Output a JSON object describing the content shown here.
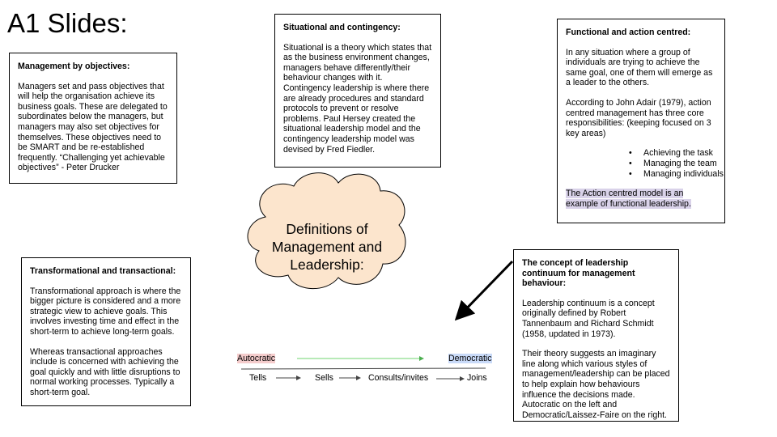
{
  "slide_title": "A1 Slides:",
  "mbo": {
    "heading": "Management by objectives:",
    "body": "Managers set and pass objectives that will help the organisation achieve its business goals. These are delegated to subordinates below the managers, but managers may also set objectives for themselves. These objectives need to be SMART and be re-established frequently. “Challenging yet achievable objectives” - Peter Drucker"
  },
  "situational": {
    "heading": "Situational and contingency:",
    "body": "Situational is a theory which states that as the business environment changes, managers behave differently/their behaviour changes with it. Contingency leadership is where there are already procedures and standard protocols to prevent or resolve problems. Paul Hersey created the situational leadership model and the contingency leadership model was devised by Fred Fiedler."
  },
  "functional": {
    "heading": "Functional and action centred:",
    "p1": "In any situation where a group of individuals are trying to achieve the same goal, one of them will emerge as a leader to the others.",
    "p2": "According to John Adair (1979), action centred management has three core responsibilities: (keeping focused on 3 key areas)",
    "bullets": [
      "Achieving the task",
      "Managing the team",
      "Managing individuals"
    ],
    "highlight": "The Action centred model is an example of functional leadership."
  },
  "cloud": {
    "text": "Definitions of Management and Leadership:",
    "fill": "#fce5cd"
  },
  "transform": {
    "heading": "Transformational and transactional:",
    "p1": "Transformational approach is where the bigger picture is considered and a more strategic view to achieve goals. This involves investing time and effect in the short-term to achieve long-term goals.",
    "p2": "Whereas transactional approaches include is concerned with achieving the goal quickly and with little disruptions to normal working processes. Typically a short-term goal."
  },
  "continuum_box": {
    "heading": "The concept of leadership continuum for management behaviour:",
    "p1": "Leadership continuum is a concept originally defined by Robert Tannenbaum and Richard Schmidt (1958, updated in 1973).",
    "p2": "Their theory suggests an imaginary line along which various styles of management/leadership can be placed to help explain how behaviours influence the decisions made. Autocratic on the left and Democratic/Laissez-Faire on the right."
  },
  "continuum": {
    "left": "Autocratic",
    "right": "Democratic",
    "left_color": "#f4cccc",
    "right_color": "#c9daf8",
    "steps": [
      "Tells",
      "Sells",
      "Consults/invites",
      "Joins"
    ]
  }
}
